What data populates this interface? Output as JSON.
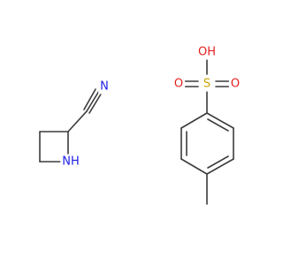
{
  "molecules": [
    {
      "atoms": [
        {
          "id": "n_nitrile",
          "symbol": "N",
          "color": "#1f1fe6"
        },
        {
          "id": "n_ring",
          "symbol": "NH",
          "color": "#1f1fe6"
        }
      ]
    },
    {
      "atoms": [
        {
          "id": "o_hydroxyl",
          "symbol": "OH",
          "color": "#e61f1f"
        },
        {
          "id": "sulfur",
          "symbol": "S",
          "color": "#c8a500"
        },
        {
          "id": "o_left",
          "symbol": "O",
          "color": "#e61f1f"
        },
        {
          "id": "o_right",
          "symbol": "O",
          "color": "#e61f1f"
        }
      ]
    }
  ],
  "colors": {
    "bond": "#3b3b3b",
    "background": "#ffffff"
  }
}
